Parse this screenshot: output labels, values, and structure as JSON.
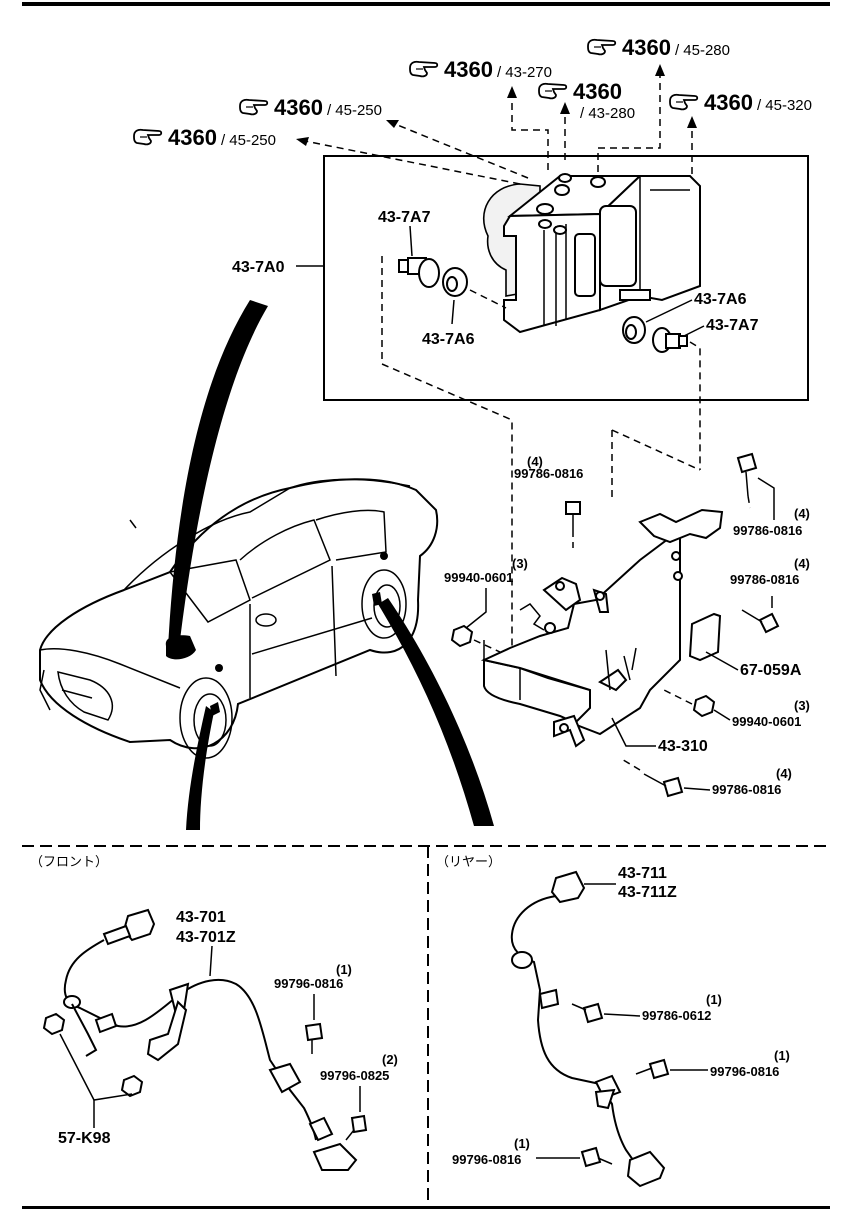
{
  "refs": [
    {
      "num": "4360",
      "sub": "/ 45-250"
    },
    {
      "num": "4360",
      "sub": "/ 45-250"
    },
    {
      "num": "4360",
      "sub": "/ 43-270"
    },
    {
      "num": "4360",
      "sub": ""
    },
    {
      "num": "",
      "sub": "/ 43-280"
    },
    {
      "num": "4360",
      "sub": "/ 45-280"
    },
    {
      "num": "4360",
      "sub": "/ 45-320"
    }
  ],
  "upper": {
    "unit_label": "43-7A0",
    "bolt_left": "43-7A7",
    "collar_left": "43-7A6",
    "collar_right": "43-7A6",
    "bolt_right": "43-7A7",
    "bracket_label": "43-310",
    "pad_label": "67-059A",
    "hw": [
      {
        "qty": "(4)",
        "pn": "99786-0816"
      },
      {
        "qty": "(4)",
        "pn": "99786-0816"
      },
      {
        "qty": "(4)",
        "pn": "99786-0816"
      },
      {
        "qty": "(3)",
        "pn": "99940-0601"
      },
      {
        "qty": "(3)",
        "pn": "99940-0601"
      },
      {
        "qty": "(4)",
        "pn": "99786-0816"
      }
    ]
  },
  "front": {
    "title": "（フロント）",
    "sensor": [
      "43-701",
      "43-701Z"
    ],
    "clip": "57-K98",
    "hw": [
      {
        "qty": "(1)",
        "pn": "99796-0816"
      },
      {
        "qty": "(2)",
        "pn": "99796-0825"
      }
    ]
  },
  "rear": {
    "title": "（リヤー）",
    "sensor": [
      "43-711",
      "43-711Z"
    ],
    "hw": [
      {
        "qty": "(1)",
        "pn": "99786-0612"
      },
      {
        "qty": "(1)",
        "pn": "99796-0816"
      },
      {
        "qty": "(1)",
        "pn": "99796-0816"
      }
    ]
  },
  "icons": {
    "ref": "pointing-hand-icon"
  }
}
